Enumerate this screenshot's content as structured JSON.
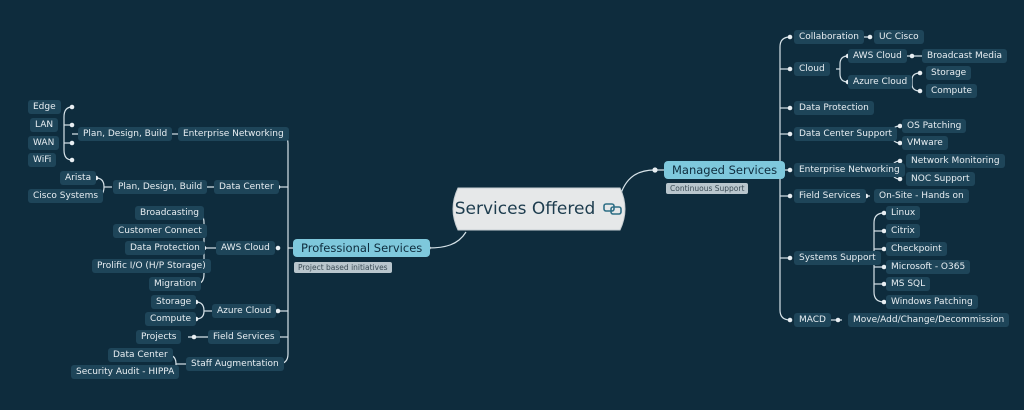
{
  "center": {
    "title": "Services Offered",
    "icon": "link-icon"
  },
  "branches": {
    "managed": {
      "label": "Managed Services",
      "note": "Continuous Support"
    },
    "professional": {
      "label": "Professional Services",
      "note": "Project based initiatives"
    }
  },
  "nodes": {
    "collaboration": "Collaboration",
    "uc_cisco": "UC Cisco",
    "cloud": "Cloud",
    "aws_cloud_m": "AWS Cloud",
    "broadcast_media": "Broadcast Media",
    "azure_cloud_m": "Azure Cloud",
    "storage_m": "Storage",
    "compute_m": "Compute",
    "data_protection_m": "Data Protection",
    "dc_support": "Data Center Support",
    "os_patching": "OS Patching",
    "vmware": "VMware",
    "ent_net_m": "Enterprise Networking",
    "net_monitoring": "Network Monitoring",
    "noc_support": "NOC Support",
    "field_services_m": "Field Services",
    "onsite": "On-Site - Hands on",
    "systems_support": "Systems Support",
    "linux": "Linux",
    "citrix": "Citrix",
    "checkpoint": "Checkpoint",
    "o365": "Microsoft - O365",
    "mssql": "MS SQL",
    "win_patching": "Windows Patching",
    "macd": "MACD",
    "macd_full": "Move/Add/Change/Decommission",
    "edge": "Edge",
    "lan": "LAN",
    "wan": "WAN",
    "wifi": "WiFi",
    "pdb1": "Plan, Design, Build",
    "ent_net_p": "Enterprise Networking",
    "arista": "Arista",
    "cisco_systems": "Cisco Systems",
    "pdb2": "Plan, Design, Build",
    "data_center_p": "Data Center",
    "broadcasting": "Broadcasting",
    "customer_connect": "Customer Connect",
    "data_protection_p": "Data Protection",
    "prolific": "Prolific I/O (H/P Storage)",
    "migration": "Migration",
    "aws_cloud_p": "AWS Cloud",
    "storage_p": "Storage",
    "compute_p": "Compute",
    "azure_cloud_p": "Azure Cloud",
    "projects": "Projects",
    "field_services_p": "Field Services",
    "data_center_sa": "Data Center",
    "security_audit": "Security Audit - HIPPA",
    "staff_aug": "Staff Augmentation"
  },
  "colors": {
    "background": "#0e2c3d",
    "node": "#1e4559",
    "branch": "#7ec8dc",
    "line": "#d6e2e8",
    "center": "#e6e8e9"
  }
}
